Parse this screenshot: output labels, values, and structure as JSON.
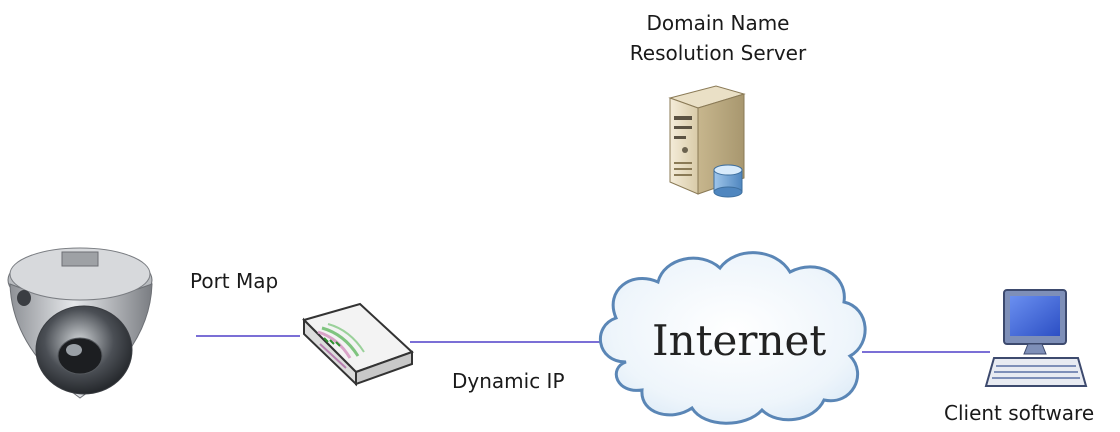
{
  "nodes": {
    "dns_server": {
      "label_line1": "Domain Name",
      "label_line2": "Resolution Server",
      "icon": "server-icon"
    },
    "ip_camera": {
      "icon": "dome-camera-icon"
    },
    "router": {
      "label": "Port Map",
      "icon": "router-icon"
    },
    "internet": {
      "label": "Internet",
      "icon": "cloud-icon"
    },
    "client": {
      "label": "Client software",
      "icon": "computer-icon"
    }
  },
  "links": {
    "router_to_internet": {
      "label": "Dynamic IP"
    }
  },
  "colors": {
    "link": "#7b6fd6",
    "cloud_fill": "#eef5fb",
    "cloud_stroke": "#5a86b6"
  }
}
